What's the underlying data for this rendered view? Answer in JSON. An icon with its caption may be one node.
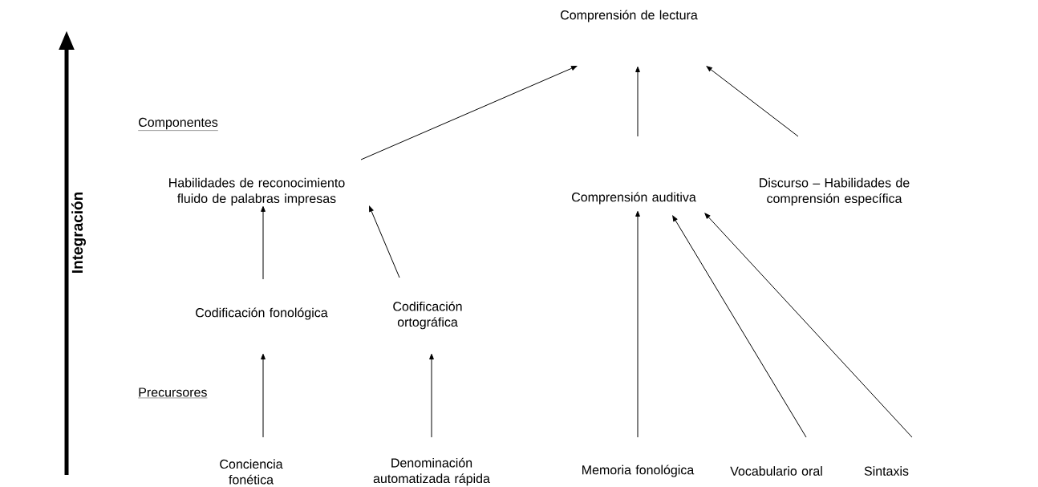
{
  "diagram": {
    "nodes": [
      {
        "text": [
          "Comprensión de lectura"
        ]
      },
      {
        "text": [
          "Habilidades de reconocimiento fluido de palabras impresas"
        ]
      },
      {
        "text": [
          "Comprensión auditiva"
        ]
      },
      {
        "text": [
          "Discurso – Habilidades de comprensión específica"
        ]
      },
      {
        "text": [
          "Codificación fonológica"
        ]
      },
      {
        "text": [
          "Codificación ortográfica"
        ]
      },
      {
        "text": [
          "Conciencia fonética"
        ]
      },
      {
        "text": [
          "Denominación automatizada rápida"
        ]
      },
      {
        "text": [
          "Memoria fonológica"
        ]
      },
      {
        "text": [
          "Vocabulario oral"
        ]
      },
      {
        "text": [
          "Sintaxis"
        ]
      }
    ],
    "edges": [
      {
        "from": 1,
        "to": 0,
        "arrow": "to"
      },
      {
        "from": 2,
        "to": 0,
        "arrow": "to"
      },
      {
        "from": 3,
        "to": 0,
        "arrow": "to"
      },
      {
        "from": 4,
        "to": 1,
        "arrow": "to"
      },
      {
        "from": 5,
        "to": 1,
        "arrow": "to"
      },
      {
        "from": 6,
        "to": 4,
        "arrow": "to"
      },
      {
        "from": 7,
        "to": 5,
        "arrow": "to"
      },
      {
        "from": 8,
        "to": 2,
        "arrow": "to"
      },
      {
        "from": 9,
        "to": 2,
        "arrow": "to"
      },
      {
        "from": 10,
        "to": 2,
        "arrow": "to"
      }
    ],
    "labels": [
      "Componentes",
      "Precursores",
      "Integración"
    ]
  }
}
